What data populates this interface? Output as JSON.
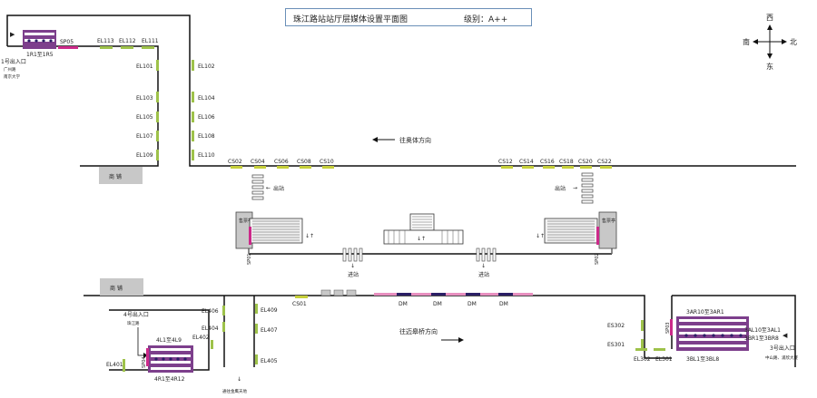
{
  "header": {
    "title": "珠江路站站厅层媒体设置平面图",
    "level": "级别：A++"
  },
  "compass": {
    "north": "北",
    "south": "南",
    "east": "东",
    "west": "西"
  },
  "directions": {
    "westbound": "往奥体方向",
    "eastbound": "往迈皋桥方向"
  },
  "exits": {
    "exit1": {
      "title": "1号出入口",
      "line1": "广州路",
      "line2": "南京大学"
    },
    "exit3": {
      "title": "3号出入口",
      "line1": "中山路、浦欣大厦"
    },
    "exit4": {
      "title": "4号出入口",
      "line1": "珠江路"
    }
  },
  "areas": {
    "shop_top": "商 铺",
    "shop_bottom": "商 铺",
    "service_left": "售票亭",
    "service_right": "售票亭",
    "toilet_note": "通往金鹰天地"
  },
  "flow": {
    "out": "出站",
    "in": "进站",
    "updown": "↓↑"
  },
  "panels": {
    "r1": "1R1至1R5",
    "l4": "4L1至4L9",
    "r4": "4R1至4R12",
    "ar3": "3AR10至3AR1",
    "al3": "3AL10至3AL1",
    "br3": "3BR1至3BR8",
    "bl3": "3BL1至3BL8"
  },
  "signs": [
    "SP05",
    "SP01",
    "SP02",
    "SP03",
    "SP04"
  ],
  "el_top": [
    "EL113",
    "EL112",
    "EL111"
  ],
  "el_left": [
    "EL101",
    "EL103",
    "EL105",
    "EL107",
    "EL109"
  ],
  "el_right": [
    "EL102",
    "EL104",
    "EL106",
    "EL108",
    "EL110"
  ],
  "cs_left": [
    "CS02",
    "CS04",
    "CS06",
    "CS08",
    "CS10"
  ],
  "cs_right": [
    "CS12",
    "CS14",
    "CS16",
    "CS18",
    "CS20",
    "CS22"
  ],
  "cs_bottom": "CS01",
  "dm": [
    "DM",
    "DM",
    "DM",
    "DM"
  ],
  "el_lower_left": [
    "EL406",
    "EL404",
    "EL402",
    "EL401"
  ],
  "el_lower_mid": [
    "EL409",
    "EL407",
    "EL405"
  ],
  "es": [
    "ES302",
    "ES301"
  ],
  "el_bottom_right": [
    "EL302",
    "EL301"
  ],
  "colors": {
    "wall": "#111111",
    "lightbox": "#9ec24a",
    "purple": "#7d3f8c",
    "magenta": "#cc2a8a",
    "shop": "#c8c8c8",
    "title_border": "#6a8fb8"
  }
}
